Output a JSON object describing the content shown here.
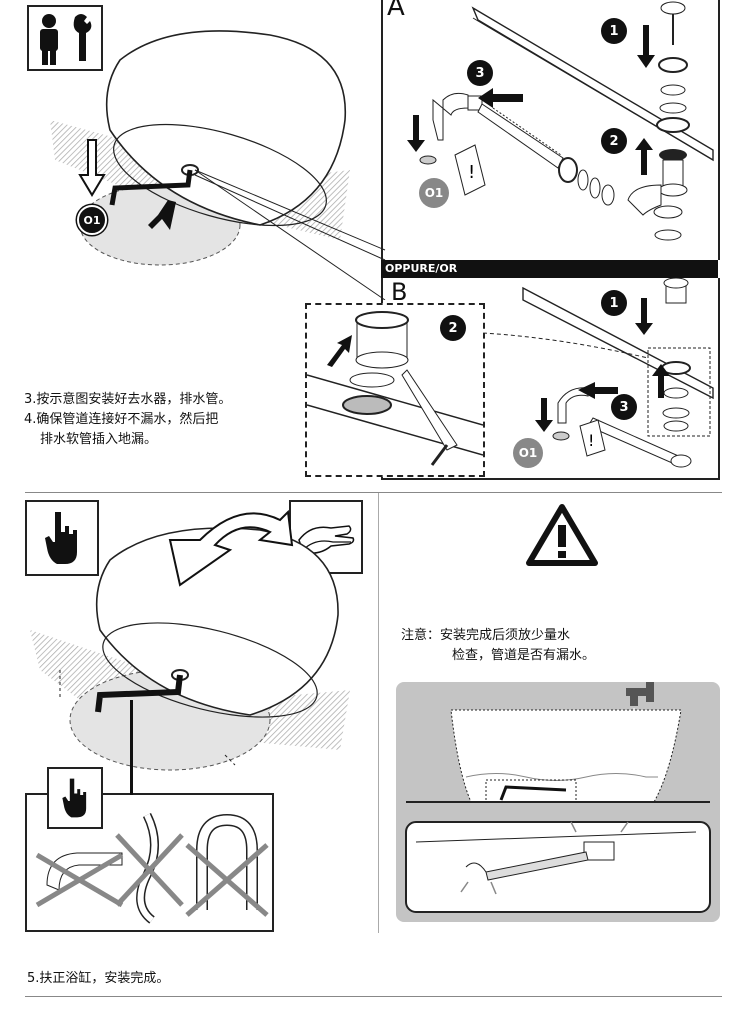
{
  "panel_a": {
    "label": "A",
    "part_code": "O1",
    "steps": [
      "1",
      "2",
      "3"
    ]
  },
  "separator": {
    "label": "OPPURE/OR"
  },
  "panel_b": {
    "label": "B",
    "part_code": "O1",
    "steps": [
      "1",
      "2",
      "3"
    ]
  },
  "main_view": {
    "part_code": "O1"
  },
  "instructions": {
    "step3": "3.按示意图安装好去水器，排水管。",
    "step4_line1": "4.确保管道连接好不漏水，然后把",
    "step4_line2": "排水软管插入地漏。",
    "step5": "5.扶正浴缸，安装完成。"
  },
  "caution": {
    "line1": "注意：安装完成后须放少量水",
    "line2": "检查，管道是否有漏水。"
  },
  "icons": [
    "worker-icon",
    "wrench-icon",
    "hand-icon",
    "gloves-icon",
    "warning-icon",
    "faucet-icon"
  ]
}
